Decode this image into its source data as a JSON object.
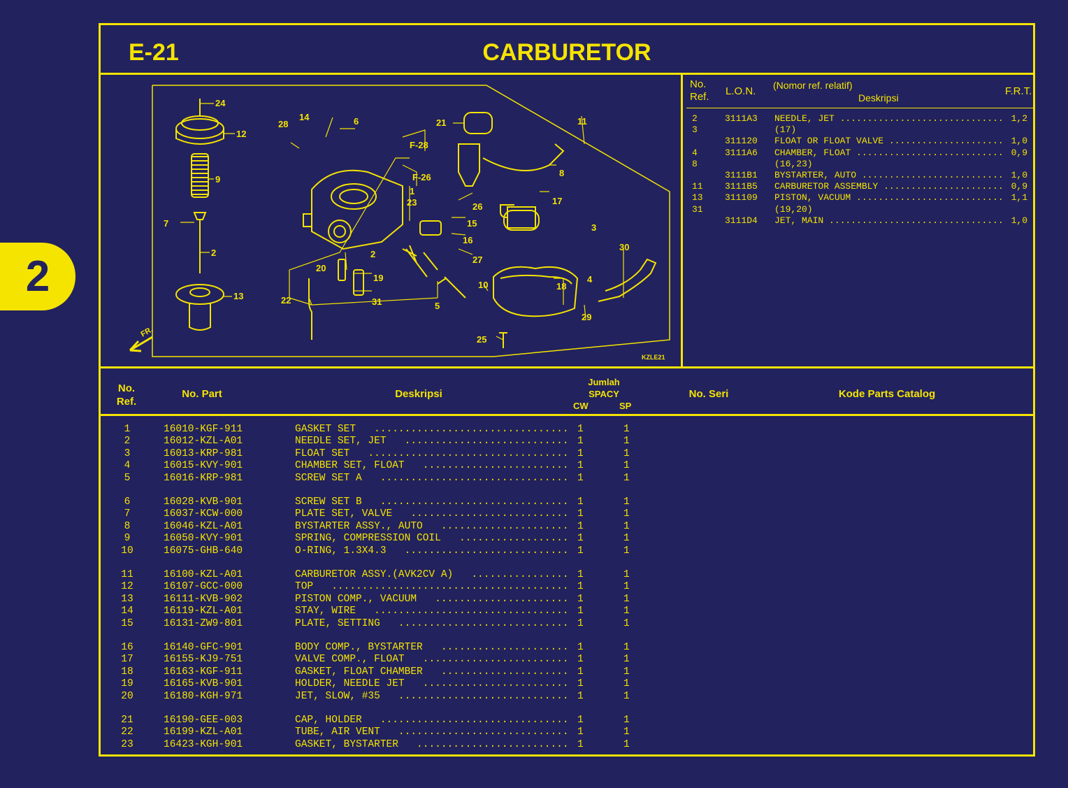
{
  "section_tab": "2",
  "header": {
    "code": "E-21",
    "title": "CARBURETOR"
  },
  "reference": {
    "headers": {
      "no_ref": "No.",
      "ref": "Ref.",
      "lon": "L.O.N.",
      "relatif": "(Nomor ref. relatif)",
      "deskripsi": "Deskripsi",
      "frt": "F.R.T."
    },
    "rows": [
      {
        "no": "2",
        "lon": "3111A3",
        "desc": "NEEDLE, JET",
        "frt": "1,2"
      },
      {
        "no": "3",
        "lon": "",
        "desc": "(17)",
        "frt": ""
      },
      {
        "no": "",
        "lon": "311120",
        "desc": "FLOAT OR FLOAT VALVE",
        "frt": "1,0"
      },
      {
        "no": "4",
        "lon": "3111A6",
        "desc": "CHAMBER, FLOAT",
        "frt": "0,9"
      },
      {
        "no": "8",
        "lon": "",
        "desc": "(16,23)",
        "frt": ""
      },
      {
        "no": "",
        "lon": "3111B1",
        "desc": "BYSTARTER, AUTO",
        "frt": "1,0"
      },
      {
        "no": "11",
        "lon": "3111B5",
        "desc": "CARBURETOR ASSEMBLY",
        "frt": "0,9"
      },
      {
        "no": "13",
        "lon": "311109",
        "desc": "PISTON, VACUUM",
        "frt": "1,1"
      },
      {
        "no": "31",
        "lon": "",
        "desc": "(19,20)",
        "frt": ""
      },
      {
        "no": "",
        "lon": "3111D4",
        "desc": "JET, MAIN",
        "frt": "1,0"
      }
    ]
  },
  "diagram": {
    "labels": [
      "24",
      "12",
      "9",
      "7",
      "2",
      "13",
      "28",
      "14",
      "6",
      "21",
      "F-28",
      "F-26",
      "11",
      "8",
      "1",
      "23",
      "26",
      "17",
      "15",
      "3",
      "16",
      "27",
      "2",
      "20",
      "19",
      "31",
      "22",
      "5",
      "10",
      "18",
      "4",
      "30",
      "29",
      "25",
      "FR.",
      "KZLE21"
    ]
  },
  "parts_table": {
    "headers": {
      "no": "No.",
      "ref": "Ref.",
      "part": "No. Part",
      "desc": "Deskripsi",
      "jumlah": "Jumlah",
      "model": "SPACY",
      "cw": "CW",
      "sp": "SP",
      "seri": "No. Seri",
      "catalog": "Kode Parts Catalog"
    },
    "rows": [
      {
        "no": "1",
        "part": "16010-KGF-911",
        "desc": "GASKET SET",
        "cw": "1",
        "sp": "1"
      },
      {
        "no": "2",
        "part": "16012-KZL-A01",
        "desc": "NEEDLE SET, JET",
        "cw": "1",
        "sp": "1"
      },
      {
        "no": "3",
        "part": "16013-KRP-981",
        "desc": "FLOAT SET",
        "cw": "1",
        "sp": "1"
      },
      {
        "no": "4",
        "part": "16015-KVY-901",
        "desc": "CHAMBER SET, FLOAT",
        "cw": "1",
        "sp": "1"
      },
      {
        "no": "5",
        "part": "16016-KRP-981",
        "desc": "SCREW SET A",
        "cw": "1",
        "sp": "1"
      },
      {
        "no": "6",
        "part": "16028-KVB-901",
        "desc": "SCREW SET B",
        "cw": "1",
        "sp": "1"
      },
      {
        "no": "7",
        "part": "16037-KCW-000",
        "desc": "PLATE SET, VALVE",
        "cw": "1",
        "sp": "1"
      },
      {
        "no": "8",
        "part": "16046-KZL-A01",
        "desc": "BYSTARTER ASSY., AUTO",
        "cw": "1",
        "sp": "1"
      },
      {
        "no": "9",
        "part": "16050-KVY-901",
        "desc": "SPRING, COMPRESSION COIL",
        "cw": "1",
        "sp": "1"
      },
      {
        "no": "10",
        "part": "16075-GHB-640",
        "desc": "O-RING, 1.3X4.3",
        "cw": "1",
        "sp": "1"
      },
      {
        "no": "11",
        "part": "16100-KZL-A01",
        "desc": "CARBURETOR ASSY.(AVK2CV A)",
        "cw": "1",
        "sp": "1"
      },
      {
        "no": "12",
        "part": "16107-GCC-000",
        "desc": "TOP",
        "cw": "1",
        "sp": "1"
      },
      {
        "no": "13",
        "part": "16111-KVB-902",
        "desc": "PISTON COMP., VACUUM",
        "cw": "1",
        "sp": "1"
      },
      {
        "no": "14",
        "part": "16119-KZL-A01",
        "desc": "STAY, WIRE",
        "cw": "1",
        "sp": "1"
      },
      {
        "no": "15",
        "part": "16131-ZW9-801",
        "desc": "PLATE, SETTING",
        "cw": "1",
        "sp": "1"
      },
      {
        "no": "16",
        "part": "16140-GFC-901",
        "desc": "BODY COMP., BYSTARTER",
        "cw": "1",
        "sp": "1"
      },
      {
        "no": "17",
        "part": "16155-KJ9-751",
        "desc": "VALVE COMP., FLOAT",
        "cw": "1",
        "sp": "1"
      },
      {
        "no": "18",
        "part": "16163-KGF-911",
        "desc": "GASKET, FLOAT CHAMBER",
        "cw": "1",
        "sp": "1"
      },
      {
        "no": "19",
        "part": "16165-KVB-901",
        "desc": "HOLDER, NEEDLE JET",
        "cw": "1",
        "sp": "1"
      },
      {
        "no": "20",
        "part": "16180-KGH-971",
        "desc": "JET, SLOW, #35",
        "cw": "1",
        "sp": "1"
      },
      {
        "no": "21",
        "part": "16190-GEE-003",
        "desc": "CAP, HOLDER",
        "cw": "1",
        "sp": "1"
      },
      {
        "no": "22",
        "part": "16199-KZL-A01",
        "desc": "TUBE, AIR VENT",
        "cw": "1",
        "sp": "1"
      },
      {
        "no": "23",
        "part": "16423-KGH-901",
        "desc": "GASKET, BYSTARTER",
        "cw": "1",
        "sp": "1"
      }
    ]
  },
  "colors": {
    "background": "#22225e",
    "accent": "#f5e400"
  }
}
